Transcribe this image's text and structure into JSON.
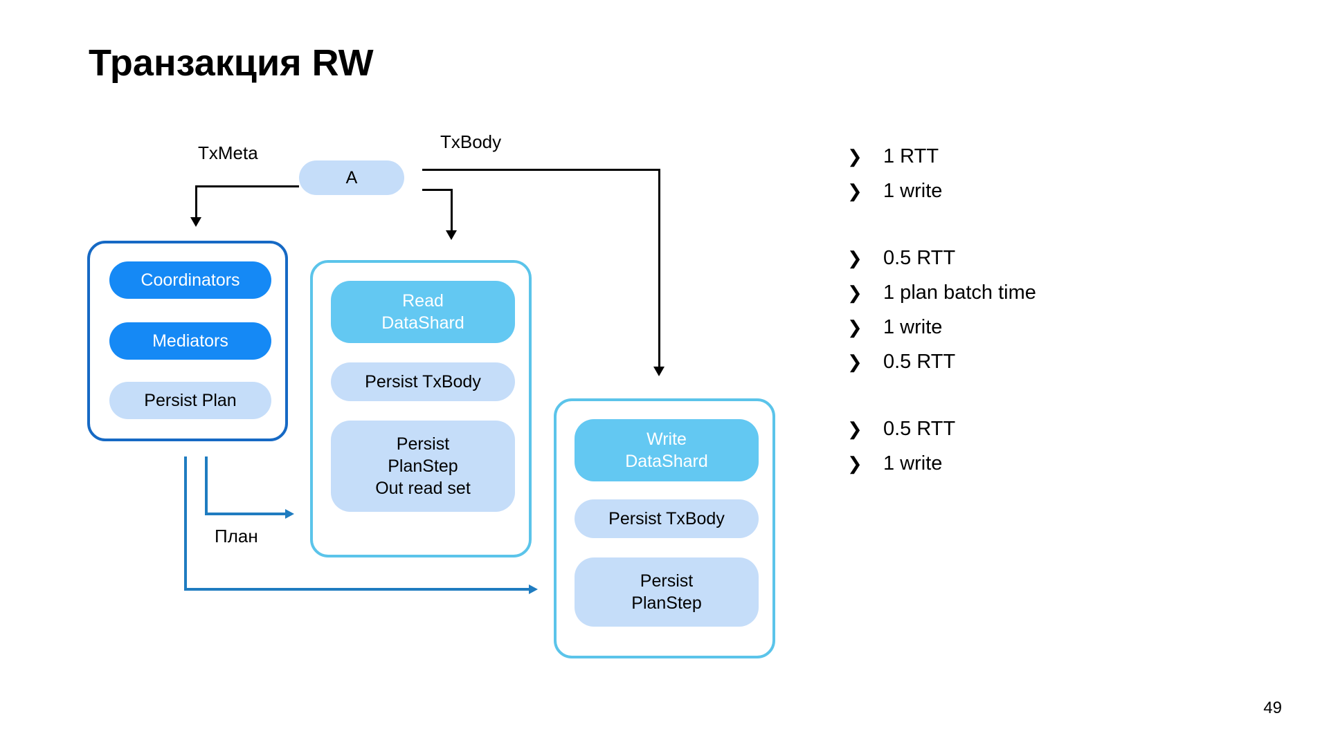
{
  "slide": {
    "title": "Транзакция RW",
    "page_number": "49"
  },
  "diagram": {
    "edge_labels": {
      "tx_meta": "TxMeta",
      "tx_body": "TxBody",
      "plan": "План"
    },
    "actor_node": {
      "label": "A"
    },
    "groups": [
      {
        "id": "coordinator-group",
        "border_color": "#1669c4",
        "items": [
          {
            "label": "Coordinators",
            "style": "strong"
          },
          {
            "label": "Mediators",
            "style": "strong"
          },
          {
            "label": "Persist Plan",
            "style": "light"
          }
        ]
      },
      {
        "id": "read-datashard-group",
        "border_color": "#5bc4ea",
        "items": [
          {
            "label": "Read\nDataShard",
            "style": "cyan"
          },
          {
            "label": "Persist TxBody",
            "style": "light"
          },
          {
            "label": "Persist\nPlanStep\nOut read set",
            "style": "light"
          }
        ]
      },
      {
        "id": "write-datashard-group",
        "border_color": "#5bc4ea",
        "items": [
          {
            "label": "Write\nDataShard",
            "style": "cyan"
          },
          {
            "label": "Persist TxBody",
            "style": "light"
          },
          {
            "label": "Persist\nPlanStep",
            "style": "light"
          }
        ]
      }
    ]
  },
  "cost_list": {
    "bullet_glyph": "❯",
    "groups": [
      {
        "items": [
          "1 RTT",
          "1 write"
        ]
      },
      {
        "items": [
          "0.5 RTT",
          "1 plan batch time",
          "1 write",
          "0.5 RTT"
        ]
      },
      {
        "items": [
          "0.5 RTT",
          "1 write"
        ]
      }
    ]
  },
  "colors": {
    "accent_strong": "#1589f5",
    "accent_light": "#c5ddf9",
    "accent_cyan": "#63c8f2",
    "border_dark": "#1669c4",
    "border_cyan": "#5bc4ea",
    "connector_blue": "#1f7cc0",
    "connector_black": "#000000"
  }
}
